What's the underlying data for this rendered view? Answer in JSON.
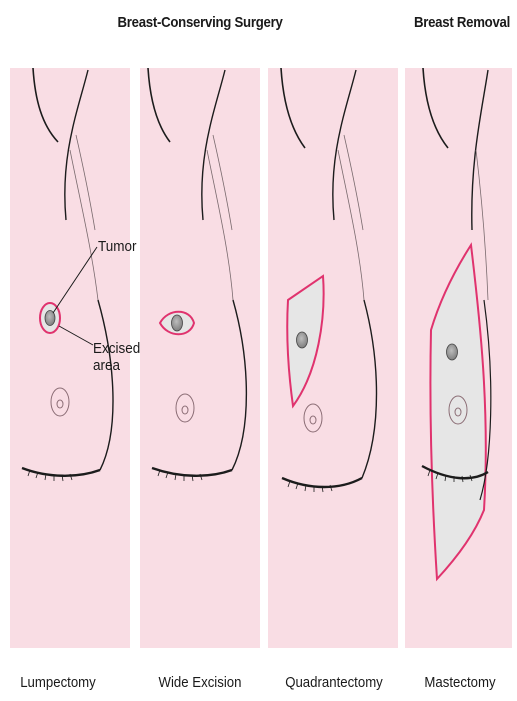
{
  "headings": {
    "breast_conserving": "Breast-Conserving Surgery",
    "breast_removal": "Breast Removal"
  },
  "labels": {
    "tumor": "Tumor",
    "excised_area_line1": "Excised",
    "excised_area_line2": "area"
  },
  "panels": [
    {
      "caption": "Lumpectomy"
    },
    {
      "caption": "Wide Excision"
    },
    {
      "caption": "Quadrantectomy"
    },
    {
      "caption": "Mastectomy"
    }
  ],
  "colors": {
    "skin": "#f9dde4",
    "outline": "#1c1c1c",
    "excision": "#e0336e",
    "excised_fill": "#e6e6e6",
    "tumor": "#9a9a9a"
  }
}
